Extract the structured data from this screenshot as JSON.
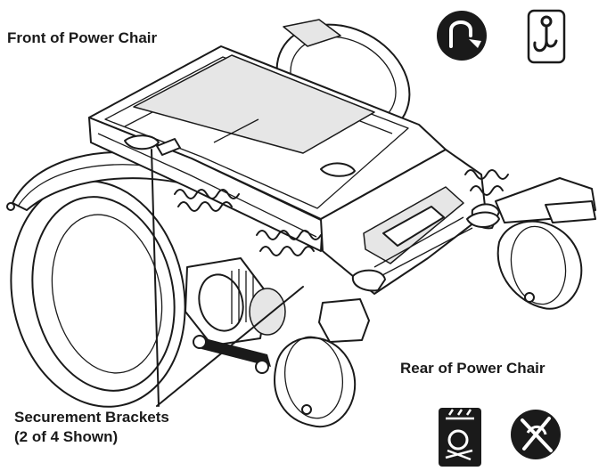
{
  "labels": {
    "front": "Front of Power Chair",
    "rear": "Rear of Power Chair",
    "securement_line1": "Securement Brackets",
    "securement_line2": "(2 of 4 Shown)"
  },
  "symbols": [
    {
      "name": "tie-down-hook-icon",
      "style": "filled-circle"
    },
    {
      "name": "securement-hook-icon",
      "style": "outlined-square"
    },
    {
      "name": "lift-point-icon",
      "style": "filled-square"
    },
    {
      "name": "no-lift-icon",
      "style": "filled-circle"
    }
  ],
  "colors": {
    "line": "#1a1a1a",
    "background": "#ffffff",
    "shade": "#d9d9d9"
  }
}
